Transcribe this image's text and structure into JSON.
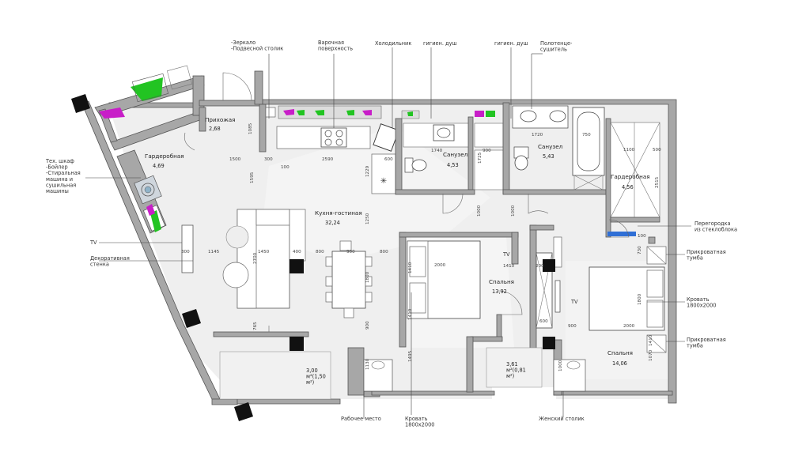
{
  "callouts": {
    "mirror_table": "-Зеркало\n-Подвесной столик",
    "cooktop": "Варочная\nповерхность",
    "fridge": "Холодильник",
    "hyg_shower_1": "гигиен. душ",
    "hyg_shower_2": "гигиен. душ",
    "towel_dryer": "Полотенце-\nсушитель",
    "tech_cabinet": "Тех. шкаф\n-Бойлер\n-Стиральная\nмашина и\nсушильная\nмашины",
    "tv_left": "TV",
    "decor_wall": "Декоративная\nстенка",
    "glass_partition": "Перегородка\nиз стеклоблока",
    "nightstand_top": "Прикроватная\nтумба",
    "bed_right": "Кровать\n1800х2000",
    "nightstand_bottom": "Прикроватная\nтумба",
    "workplace": "Рабочее место",
    "bed_bottom": "Кровать\n1800х2000",
    "vanity": "Женский столик"
  },
  "rooms": {
    "hall_name": "Прихожая",
    "hall_area": "2,68",
    "wardrobe_left_name": "Гардеробная",
    "wardrobe_left_area": "4,69",
    "kitchen_name": "Кухня-гостиная",
    "kitchen_area": "32,24",
    "bath1_name": "Санузел",
    "bath1_area": "4,53",
    "bath2_name": "Санузел",
    "bath2_area": "5,43",
    "wardrobe_right_name": "Гардеробная",
    "wardrobe_right_area": "4,56",
    "bedroom1_name": "Спальня",
    "bedroom1_area": "13,92",
    "bedroom2_name": "Спальня",
    "bedroom2_area": "14,06",
    "balcony1_area": "3,00\nм²(1,50\nм²)",
    "balcony2_area": "3,61\nм²(0,81\nм²)"
  },
  "labels": {
    "tv_bedroom1": "TV",
    "tv_bedroom2": "TV"
  },
  "dimensions": {
    "d1085": "1085",
    "d1500": "1500",
    "d300": "300",
    "d100a": "100",
    "d2590": "2590",
    "d600": "600",
    "d1740": "1740",
    "d900a": "900",
    "d1720": "1720",
    "d750": "750",
    "d1100": "1100",
    "d500": "500",
    "d1595": "1595",
    "d1229": "1229",
    "d1725": "1725",
    "d1000a": "1000",
    "d1000b": "1000",
    "d2515": "2515",
    "d1250": "1250",
    "d300b": "300",
    "d1145": "1145",
    "d1450": "1450",
    "d400": "400",
    "d800a": "800",
    "d900b": "900",
    "d800b": "800",
    "d2700": "2700",
    "d2000a": "2000",
    "d1410a": "1410",
    "d1410b": "1410",
    "d1410c": "1410",
    "d200": "200",
    "d730": "730",
    "d1800a": "1800",
    "d1800b": "1800",
    "d600b": "600",
    "d900c": "900",
    "d2000b": "2000",
    "d765": "765",
    "d900d": "900",
    "d1130": "1130",
    "d1495": "1495",
    "d1000c": "1000",
    "d1070": "1070",
    "d1410d": "1410",
    "d100b": "100"
  },
  "colors": {
    "wall": "#a7a7a7",
    "floor": "#f1f1f1",
    "green_marker": "#22c422",
    "magenta_marker": "#c81ec8",
    "glass_block": "#2f6fd6",
    "pillar": "#111111"
  }
}
